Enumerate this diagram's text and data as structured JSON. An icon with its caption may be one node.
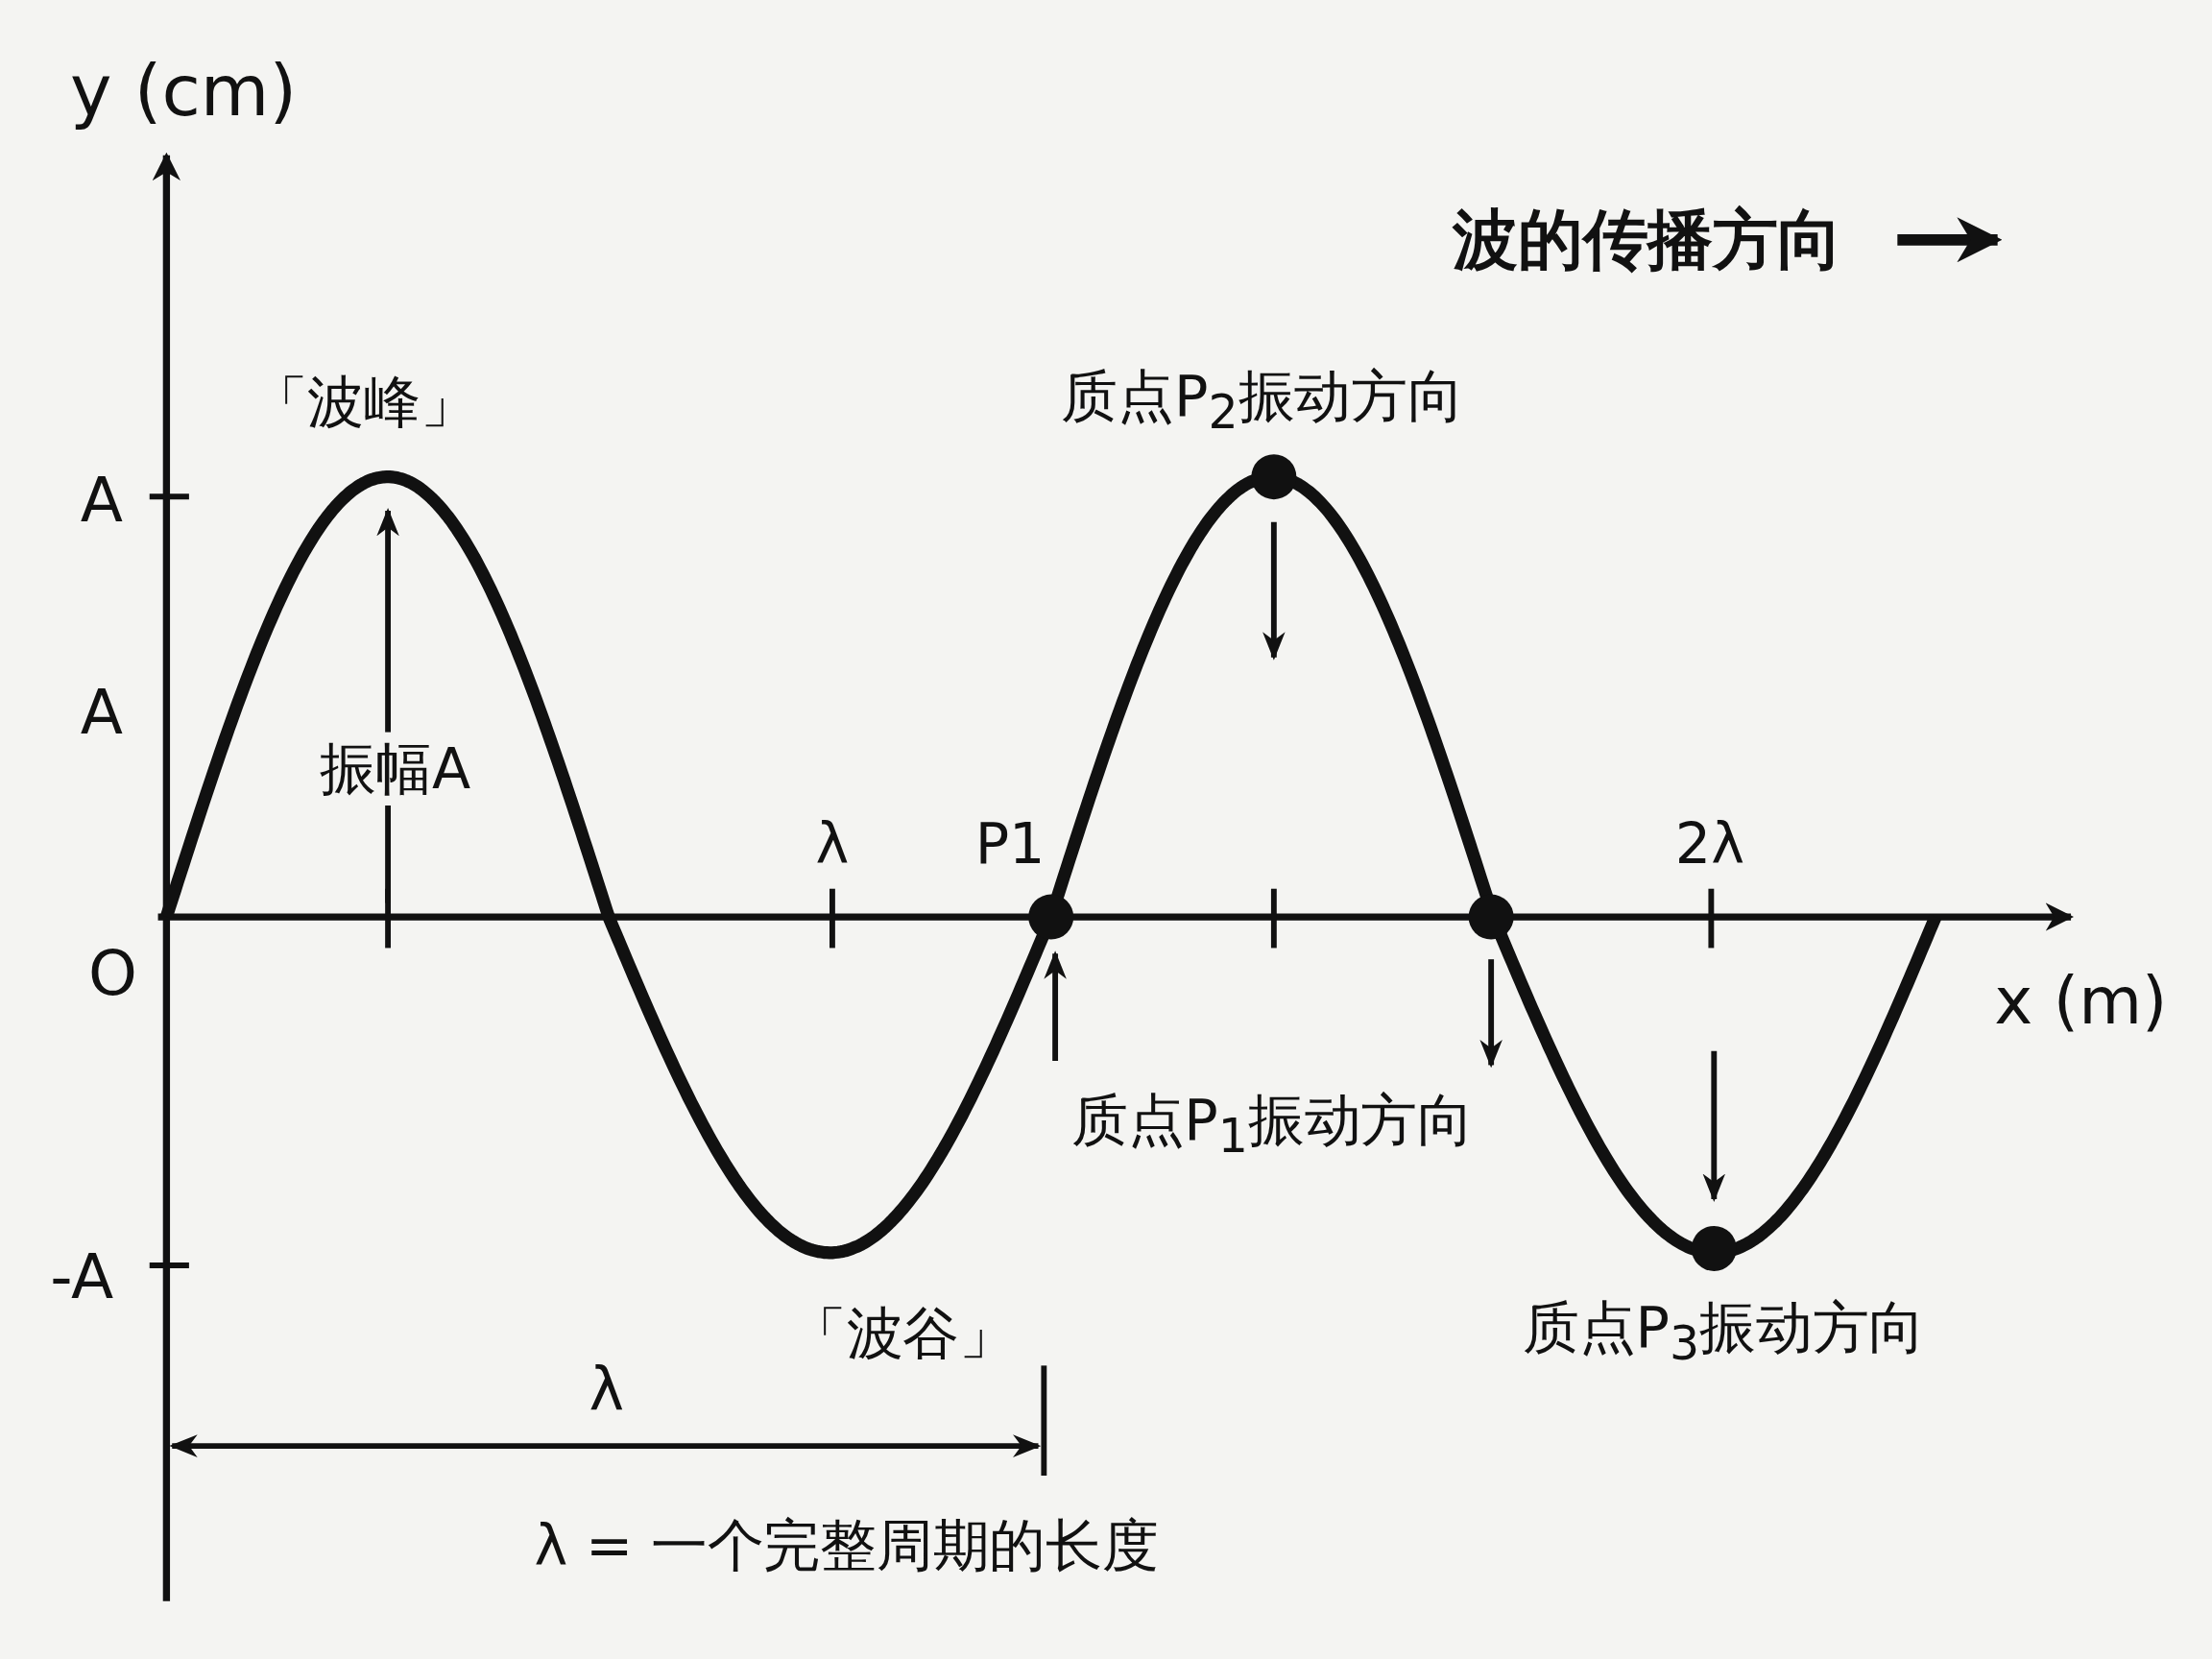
{
  "diagram": {
    "labels": [
      "y (cm)",
      "波的传播方向",
      "「波峰」",
      "质点P$_{2}$振动方向",
      "A",
      "A",
      "振幅A",
      "λ",
      "P1",
      "2λ",
      "O",
      "x (m)",
      "质点P$_{1}$振动方向",
      "-A",
      "「波谷」",
      "质点P$_{3}$振动方向",
      "λ",
      "λ = 一个完整周期的长度"
    ]
  }
}
